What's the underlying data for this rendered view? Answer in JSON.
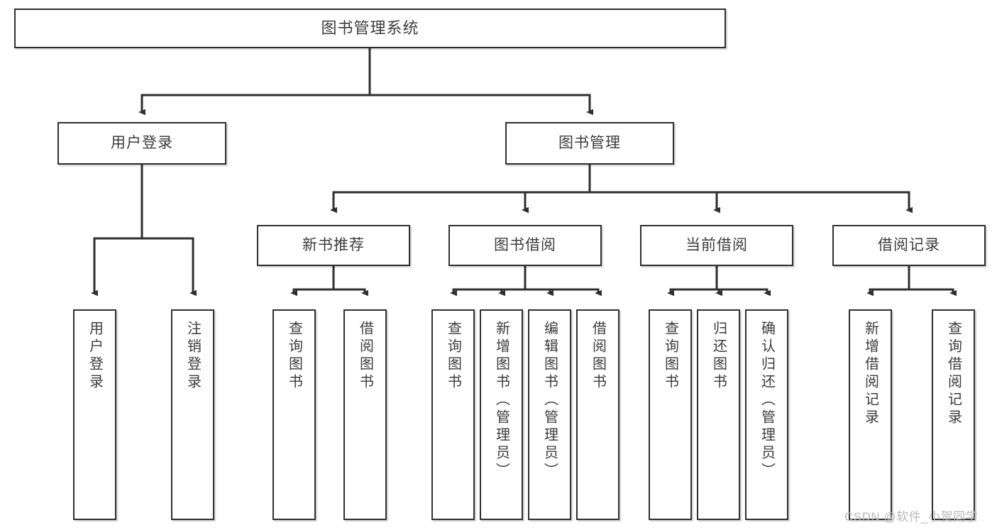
{
  "diagram": {
    "title": "图书管理系统",
    "watermark": "CSDN @软件_小贺同学",
    "colors": {
      "background": "#ffffff",
      "box_border": "#2f2f2f",
      "box_fill": "#ffffff",
      "edge": "#2f2f2f",
      "text": "#3c3c3c",
      "watermark": "#b9b9b9"
    },
    "root": {
      "label": "图书管理系统"
    },
    "level2": [
      {
        "label": "用户登录"
      },
      {
        "label": "图书管理"
      }
    ],
    "level3": [
      {
        "label": "新书推荐"
      },
      {
        "label": "图书借阅"
      },
      {
        "label": "当前借阅"
      },
      {
        "label": "借阅记录"
      }
    ],
    "leaves_user_login": [
      {
        "label": "用户登录"
      },
      {
        "label": "注销登录"
      }
    ],
    "leaves_new_book": [
      {
        "label": "查询图书"
      },
      {
        "label": "借阅图书"
      }
    ],
    "leaves_borrow": [
      {
        "label": "查询图书"
      },
      {
        "label": "新增图书（管理员）"
      },
      {
        "label": "编辑图书（管理员）"
      },
      {
        "label": "借阅图书"
      }
    ],
    "leaves_current": [
      {
        "label": "查询图书"
      },
      {
        "label": "归还图书"
      },
      {
        "label": "确认归还（管理员）"
      }
    ],
    "leaves_records": [
      {
        "label": "新增借阅记录"
      },
      {
        "label": "查询借阅记录"
      }
    ]
  }
}
